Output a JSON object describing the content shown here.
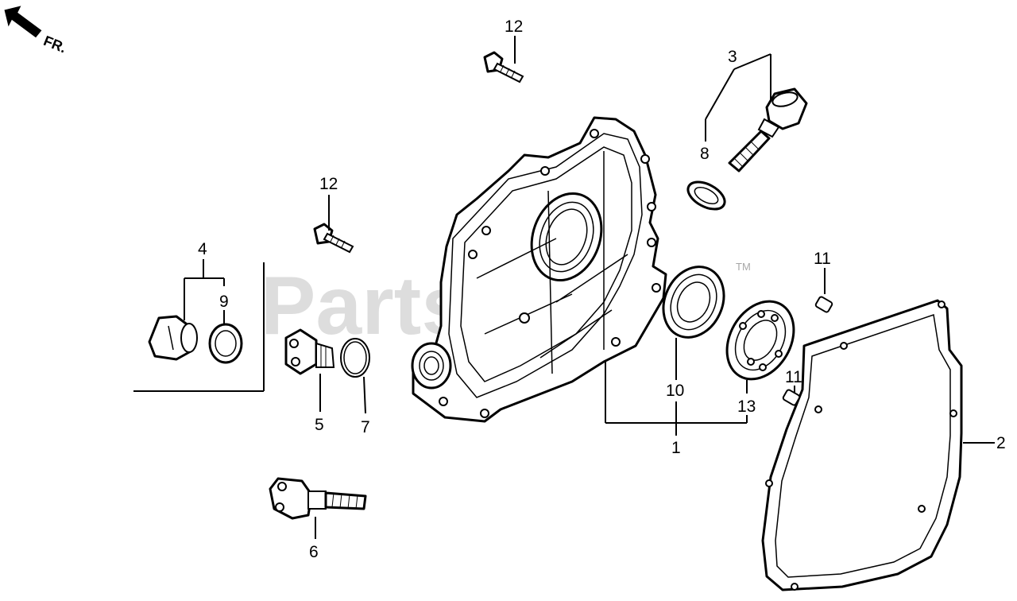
{
  "direction": {
    "label": "FR.",
    "icon": "front-arrow-icon"
  },
  "watermark": {
    "text": "PartsTree",
    "trademark": "TM"
  },
  "callouts": {
    "n1": "1",
    "n2": "2",
    "n3": "3",
    "n4": "4",
    "n5": "5",
    "n6": "6",
    "n7": "7",
    "n8": "8",
    "n9": "9",
    "n10": "10",
    "n11a": "11",
    "n11b": "11",
    "n12a": "12",
    "n12b": "12",
    "n13": "13"
  },
  "parts": [
    "crankcase-cover",
    "cover-gasket",
    "oil-filler-cap-with-dipstick",
    "oil-filler-cap",
    "oil-drain-plug",
    "oil-filler-cap-long-dipstick",
    "o-ring",
    "o-ring",
    "washer",
    "oil-seal",
    "dowel-pin",
    "bolt",
    "ball-bearing"
  ]
}
